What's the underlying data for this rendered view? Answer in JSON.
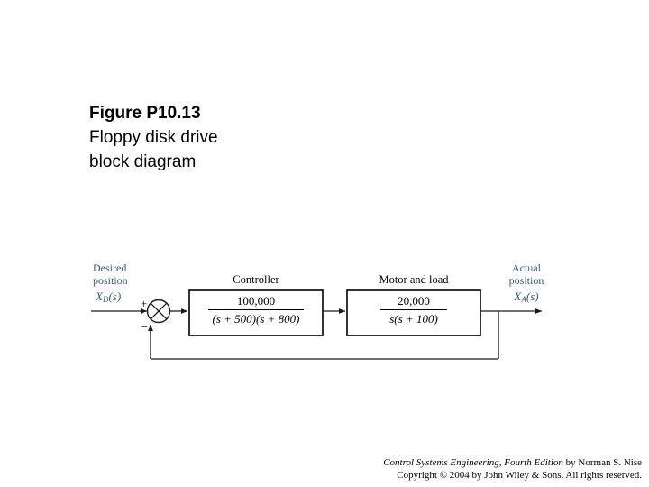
{
  "title": {
    "line1": "Figure P10.13",
    "line2": "Floppy disk drive",
    "line3": "block diagram"
  },
  "diagram": {
    "input_label_line1": "Desired",
    "input_label_line2": "position",
    "input_signal": "X",
    "input_signal_sub": "D",
    "input_signal_tail": "(s)",
    "output_label_line1": "Actual",
    "output_label_line2": "position",
    "output_signal": "X",
    "output_signal_sub": "A",
    "output_signal_tail": "(s)",
    "summing_plus": "+",
    "summing_minus": "−",
    "blocks": [
      {
        "name": "controller",
        "title": "Controller",
        "numerator": "100,000",
        "denominator_parts": [
          "(s",
          " + 500)(s",
          " + 800)"
        ],
        "denominator_plain": "(s + 500)(s + 800)"
      },
      {
        "name": "motor-and-load",
        "title": "Motor and load",
        "numerator": "20,000",
        "denominator_parts": [
          "s(s",
          " + 100)"
        ],
        "denominator_plain": "s(s + 100)"
      }
    ],
    "colors": {
      "signal_label": "#3a5a78",
      "line": "#1a1a1a",
      "block_border": "#000000",
      "text": "#000000"
    }
  },
  "footer": {
    "book_title": "Control Systems Engineering, Fourth Edition",
    "byline": " by Norman S. Nise",
    "copyright": "Copyright © 2004 by John Wiley & Sons. All rights reserved."
  }
}
